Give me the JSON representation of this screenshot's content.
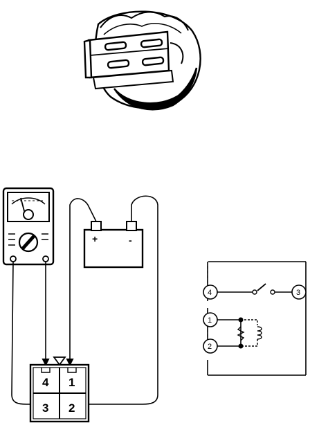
{
  "connector": {
    "pins": [
      {
        "label": "4"
      },
      {
        "label": "1"
      },
      {
        "label": "3"
      },
      {
        "label": "2"
      }
    ]
  },
  "battery": {
    "positive_label": "+",
    "negative_label": "-"
  },
  "schematic": {
    "terminals": [
      {
        "label": "4"
      },
      {
        "label": "1"
      },
      {
        "label": "2"
      },
      {
        "label": "3"
      }
    ]
  }
}
